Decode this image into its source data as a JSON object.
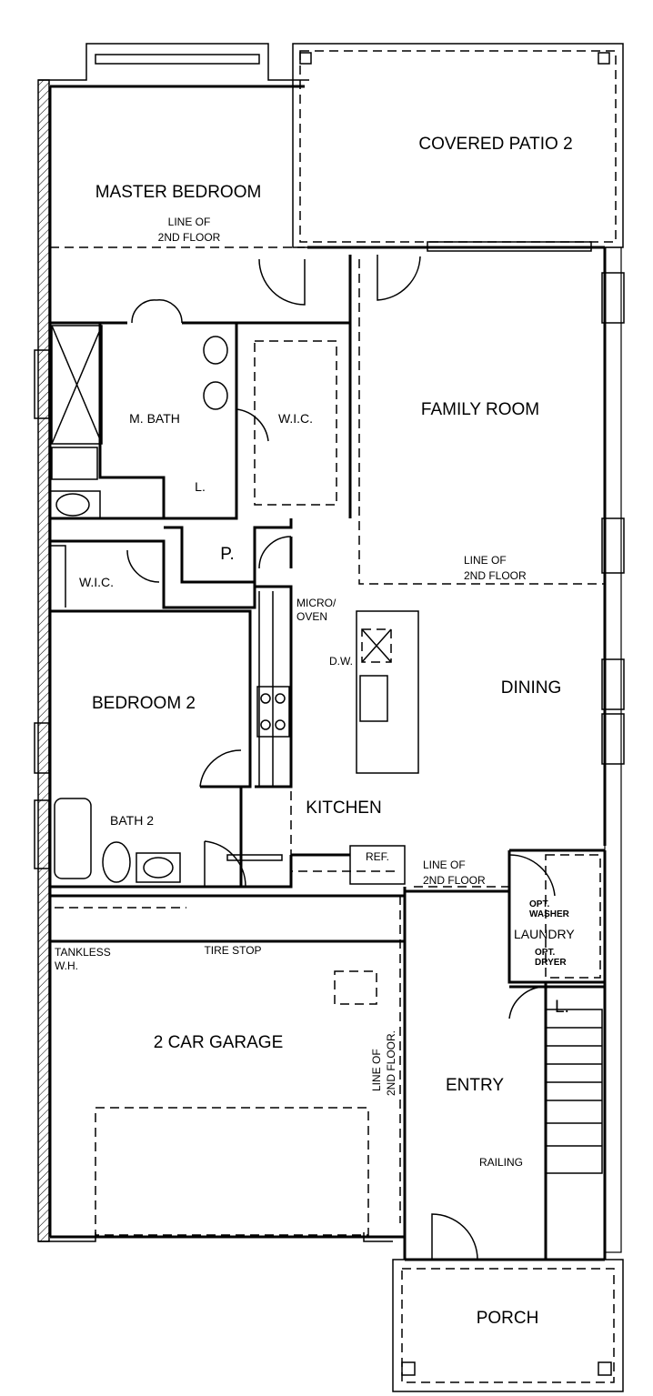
{
  "rooms": {
    "master_bedroom": "MASTER BEDROOM",
    "covered_patio": "COVERED PATIO 2",
    "family_room": "FAMILY ROOM",
    "m_bath": "M. BATH",
    "wic_master": "W.I.C.",
    "linen_master": "L.",
    "pantry": "P.",
    "wic_bed2": "W.I.C.",
    "bedroom2": "BEDROOM 2",
    "dining": "DINING",
    "kitchen": "KITCHEN",
    "bath2": "BATH 2",
    "laundry": "LAUNDRY",
    "garage": "2 CAR GARAGE",
    "entry": "ENTRY",
    "porch": "PORCH",
    "linen_entry": "L."
  },
  "notes": {
    "line_of_2nd_floor_master": [
      "LINE OF",
      "2ND FLOOR"
    ],
    "line_of_2nd_floor_family": [
      "LINE OF",
      "2ND FLOOR"
    ],
    "line_of_2nd_floor_kitchen": [
      "LINE OF",
      "2ND FLOOR"
    ],
    "line_of_2nd_floor_garage": [
      "LINE OF",
      "2ND FLOOR."
    ],
    "micro_oven": [
      "MICRO/",
      "OVEN"
    ],
    "dw": "D.W.",
    "ref": "REF.",
    "opt_washer": [
      "OPT.",
      "WASHER"
    ],
    "opt_dryer": [
      "OPT.",
      "DRYER"
    ],
    "tankless": [
      "TANKLESS",
      "W.H."
    ],
    "tire_stop": "TIRE STOP",
    "railing": "RAILING"
  }
}
